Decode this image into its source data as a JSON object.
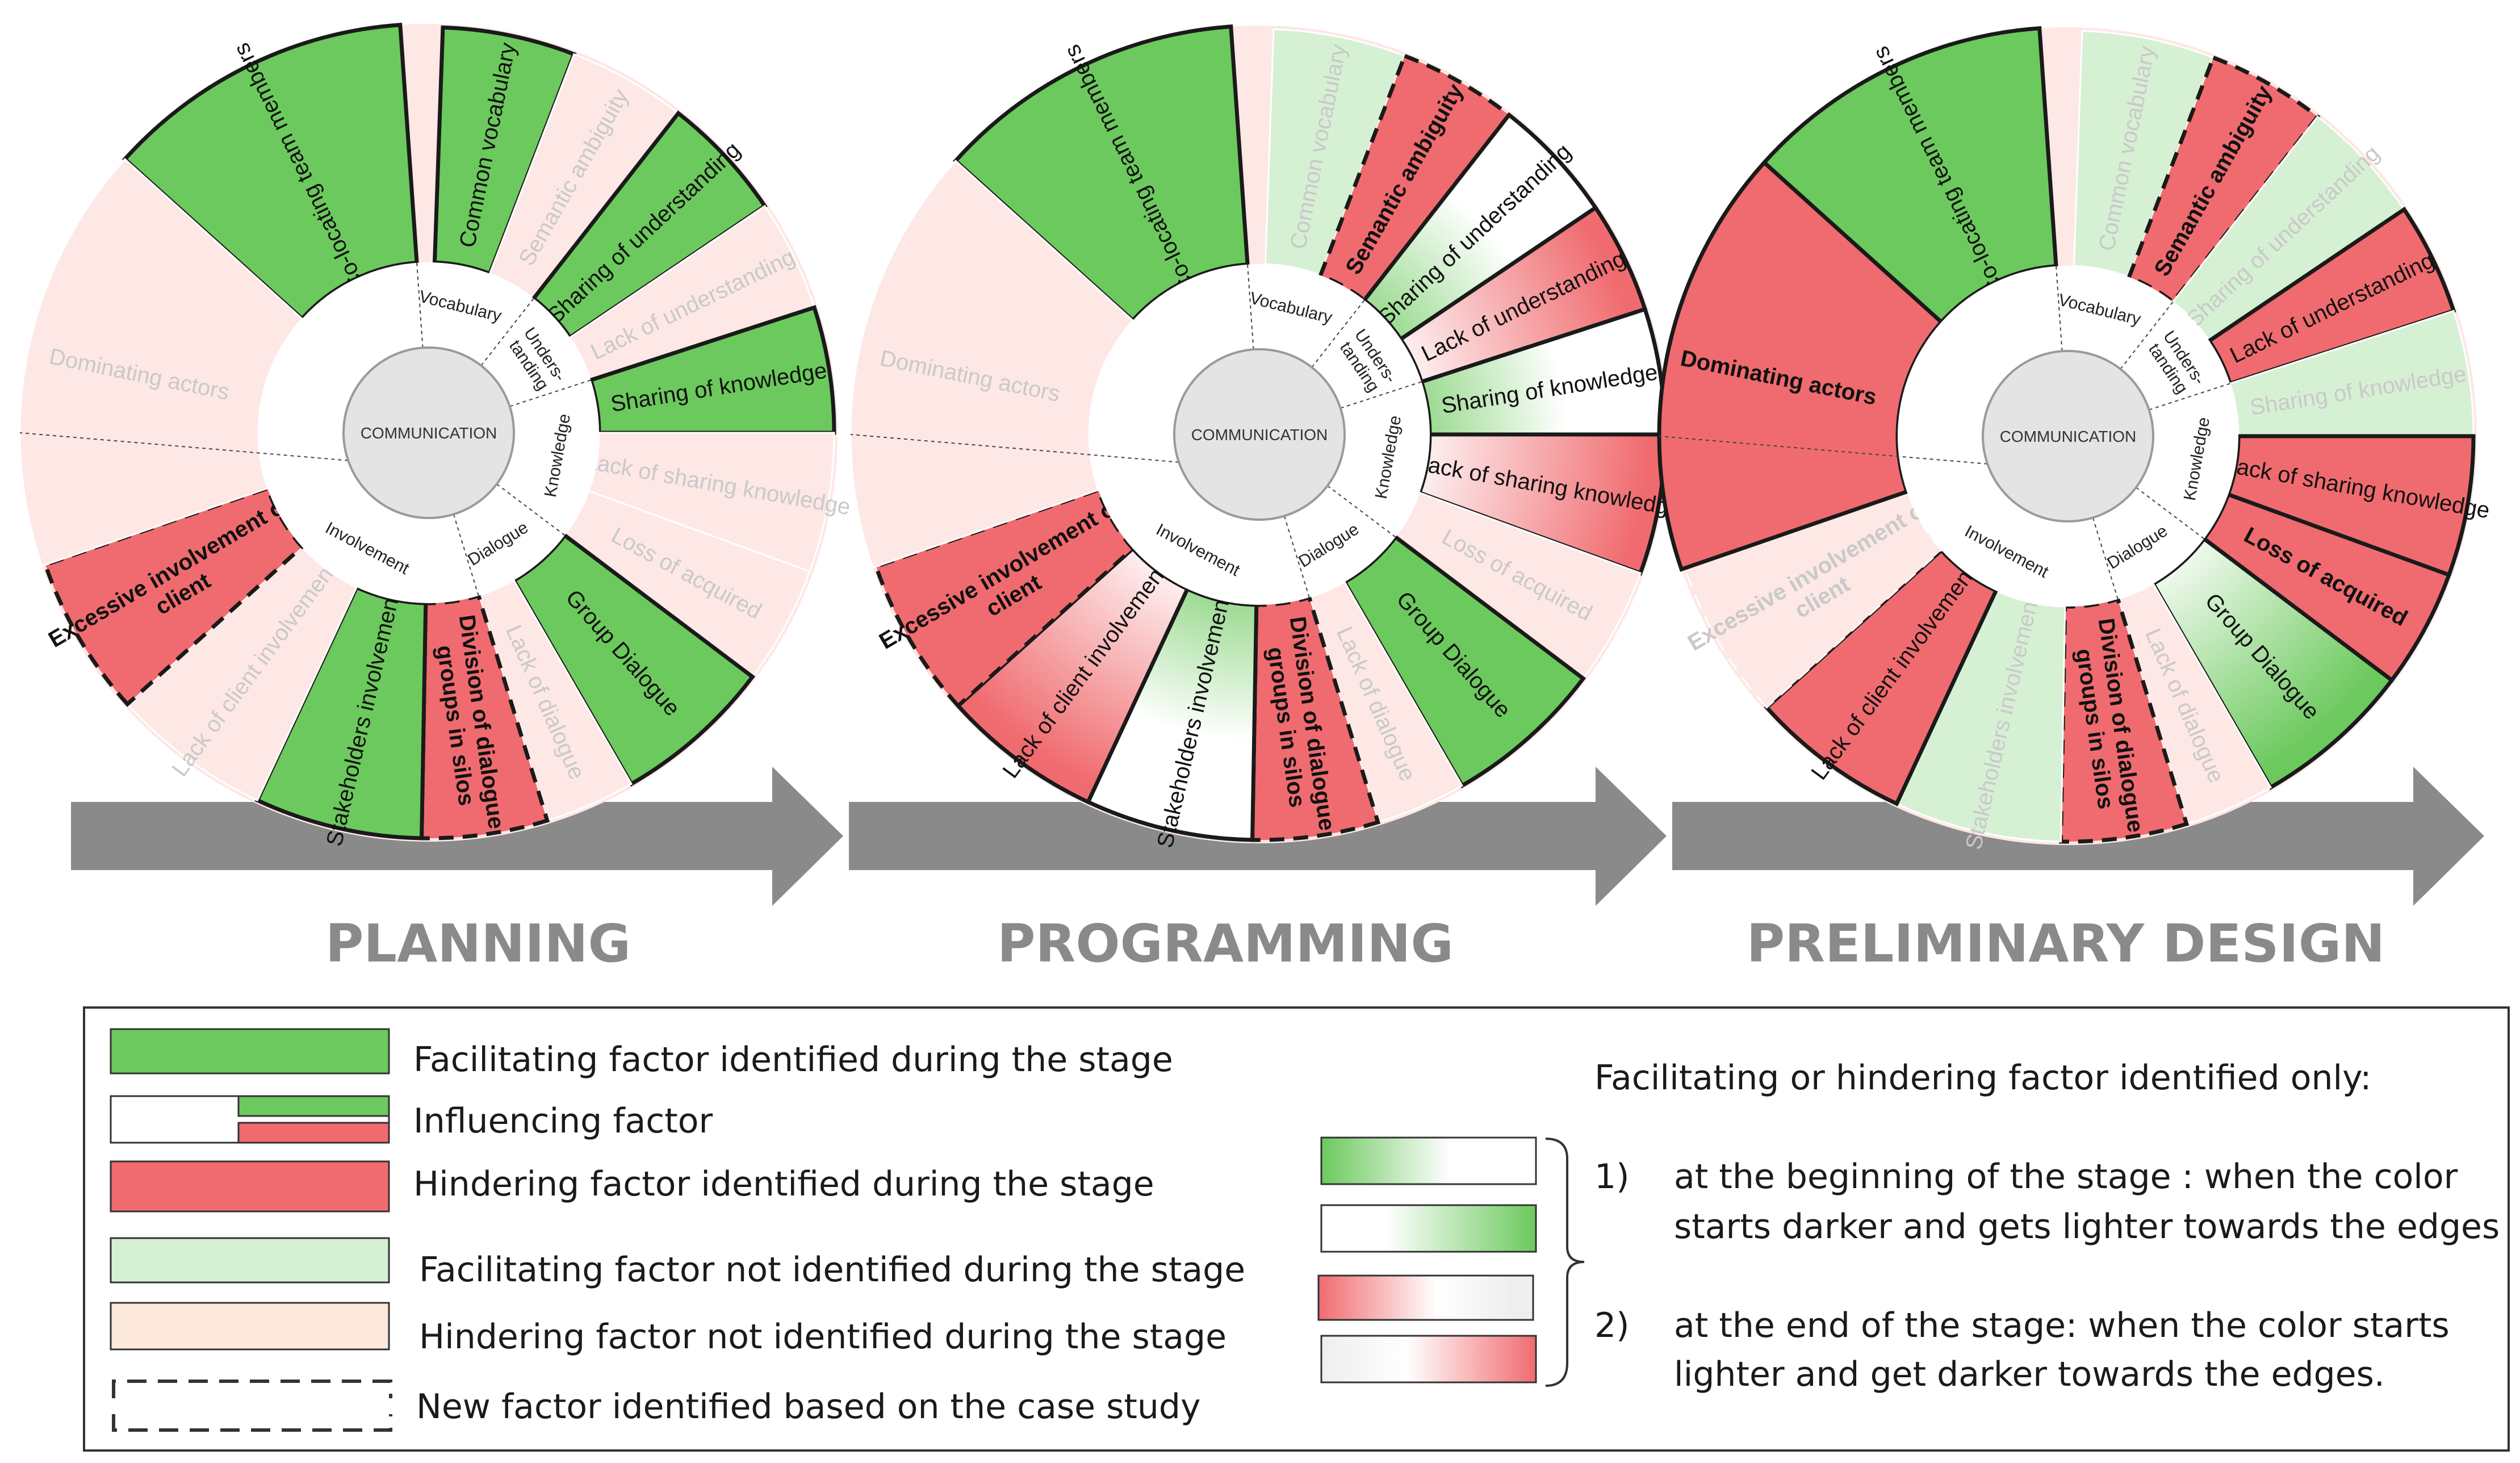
{
  "center_label": "COMMUNICATION",
  "categories": {
    "vocabulary": "Vocabulary",
    "understanding": "Unders-\ntanding",
    "knowledge": "Knowledge",
    "dialogue": "Dialogue",
    "involvement": "Involvement"
  },
  "colors": {
    "facilitating": "#6cc95d",
    "hindering": "#f06b6f",
    "facilitating_light": "#d6f0d4",
    "hindering_light": "#fde8e6",
    "arrow": "#8a8a8a",
    "stage_text": "#8a8a8a"
  },
  "stages": [
    {
      "name": "PLANNING",
      "segments": [
        {
          "label": "Co-locating team members",
          "state": "facilitating",
          "dashed": false,
          "bold": false
        },
        {
          "label": "Common vocabulary",
          "state": "facilitating",
          "dashed": false,
          "bold": false
        },
        {
          "label": "Semantic  ambiguity",
          "state": "hindering_light",
          "dashed": false,
          "bold": false
        },
        {
          "label": "Sharing of understanding",
          "state": "facilitating",
          "dashed": false,
          "bold": false
        },
        {
          "label": "Lack of understanding",
          "state": "hindering_light",
          "dashed": false,
          "bold": false
        },
        {
          "label": "Sharing of knowledge",
          "state": "facilitating",
          "dashed": false,
          "bold": false
        },
        {
          "label": "Lack of sharing knowledge",
          "state": "hindering_light",
          "dashed": false,
          "bold": false
        },
        {
          "label": "Loss of acquired",
          "state": "hindering_light",
          "dashed": false,
          "bold": false
        },
        {
          "label": "Group Dialogue",
          "state": "facilitating",
          "dashed": false,
          "bold": false
        },
        {
          "label": "Lack of dialogue",
          "state": "hindering_light",
          "dashed": false,
          "bold": false
        },
        {
          "label": "Division of  dialogue\ngroups in silos",
          "state": "hindering",
          "dashed": true,
          "bold": true
        },
        {
          "label": "Stakeholders involvement",
          "state": "facilitating",
          "dashed": false,
          "bold": false
        },
        {
          "label": "Lack of client involvement",
          "state": "hindering_light",
          "dashed": false,
          "bold": false
        },
        {
          "label": "Excessive involvement of\nclient",
          "state": "hindering",
          "dashed": true,
          "bold": true
        },
        {
          "label": "Dominating actors",
          "state": "hindering_light",
          "dashed": false,
          "bold": false
        }
      ]
    },
    {
      "name": "PROGRAMMING",
      "segments": [
        {
          "label": "Co-locating team members",
          "state": "facilitating",
          "dashed": false,
          "bold": false
        },
        {
          "label": "Common vocabulary",
          "state": "facilitating_light",
          "dashed": false,
          "bold": false
        },
        {
          "label": "Semantic  ambiguity",
          "state": "hindering",
          "dashed": true,
          "bold": true
        },
        {
          "label": "Sharing of understanding",
          "state": "facilitating_begin",
          "dashed": false,
          "bold": false
        },
        {
          "label": "Lack of understanding",
          "state": "hindering_end",
          "dashed": false,
          "bold": false
        },
        {
          "label": "Sharing of knowledge",
          "state": "facilitating_begin",
          "dashed": false,
          "bold": false
        },
        {
          "label": "Lack of sharing knowledge",
          "state": "hindering_end",
          "dashed": false,
          "bold": false
        },
        {
          "label": "Loss of acquired",
          "state": "hindering_light",
          "dashed": false,
          "bold": false
        },
        {
          "label": "Group Dialogue",
          "state": "facilitating",
          "dashed": false,
          "bold": false
        },
        {
          "label": "Lack of dialogue",
          "state": "hindering_light",
          "dashed": false,
          "bold": false
        },
        {
          "label": "Division of  dialogue\ngroups in silos",
          "state": "hindering",
          "dashed": true,
          "bold": true
        },
        {
          "label": "Stakeholders involvement",
          "state": "facilitating_begin",
          "dashed": false,
          "bold": false
        },
        {
          "label": "Lack of client involvement",
          "state": "hindering_end",
          "dashed": false,
          "bold": false
        },
        {
          "label": "Excessive involvement of\nclient",
          "state": "hindering",
          "dashed": true,
          "bold": true
        },
        {
          "label": "Dominating actors",
          "state": "hindering_light",
          "dashed": false,
          "bold": false
        }
      ]
    },
    {
      "name": "PRELIMINARY DESIGN",
      "segments": [
        {
          "label": "Co-locating team members",
          "state": "facilitating",
          "dashed": false,
          "bold": false
        },
        {
          "label": "Common vocabulary",
          "state": "facilitating_light",
          "dashed": false,
          "bold": false
        },
        {
          "label": "Semantic  ambiguity",
          "state": "hindering",
          "dashed": true,
          "bold": true
        },
        {
          "label": "Sharing of understanding",
          "state": "facilitating_light",
          "dashed": false,
          "bold": false
        },
        {
          "label": "Lack of understanding",
          "state": "hindering",
          "dashed": false,
          "bold": false
        },
        {
          "label": "Sharing of knowledge",
          "state": "facilitating_light",
          "dashed": false,
          "bold": false
        },
        {
          "label": "Lack of sharing knowledge",
          "state": "hindering",
          "dashed": false,
          "bold": false
        },
        {
          "label": "Loss of acquired",
          "state": "hindering",
          "dashed": false,
          "bold": true
        },
        {
          "label": "Group Dialogue",
          "state": "facilitating_end",
          "dashed": false,
          "bold": false
        },
        {
          "label": "Lack of dialogue",
          "state": "hindering_light",
          "dashed": false,
          "bold": false
        },
        {
          "label": "Division of  dialogue\ngroups in silos",
          "state": "hindering",
          "dashed": true,
          "bold": true
        },
        {
          "label": "Stakeholders involvement",
          "state": "facilitating_light",
          "dashed": false,
          "bold": false
        },
        {
          "label": "Lack of client involvement",
          "state": "hindering",
          "dashed": false,
          "bold": false
        },
        {
          "label": "Excessive involvement of\nclient",
          "state": "hindering_light",
          "dashed": true,
          "bold": true
        },
        {
          "label": "Dominating actors",
          "state": "hindering",
          "dashed": false,
          "bold": true
        }
      ]
    }
  ],
  "legend": {
    "facilitating": "Facilitating factor identified during the stage",
    "influencing": "Influencing factor",
    "hindering": "Hindering factor identified during the stage",
    "facilitating_not": "Facilitating factor not identified during the stage",
    "hindering_not": "Hindering factor not identified during the stage",
    "new_factor": "New factor identified based on the case study",
    "only_title": "Facilitating or hindering factor identified only:",
    "item1_num": "1)",
    "item1_line1": "at the beginning  of the stage : when the color",
    "item1_line2": "starts darker and gets lighter towards the edges",
    "item2_num": "2)",
    "item2_line1": "at the end of the stage: when the color starts",
    "item2_line2": "lighter and get darker towards the edges."
  }
}
